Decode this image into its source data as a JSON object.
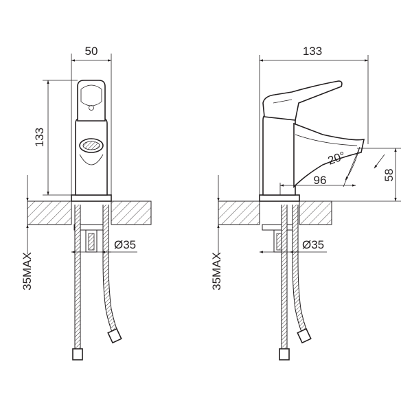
{
  "front_view": {
    "width_label": "50",
    "height_label": "133",
    "hole_label": "Ø35",
    "thickness_label": "35MAX"
  },
  "side_view": {
    "length_label": "133",
    "angle_label": "20°",
    "reach_label": "96",
    "spout_height_label": "58",
    "hole_label": "Ø35",
    "thickness_label": "35MAX"
  },
  "colors": {
    "line": "#231f20",
    "background": "#ffffff"
  }
}
